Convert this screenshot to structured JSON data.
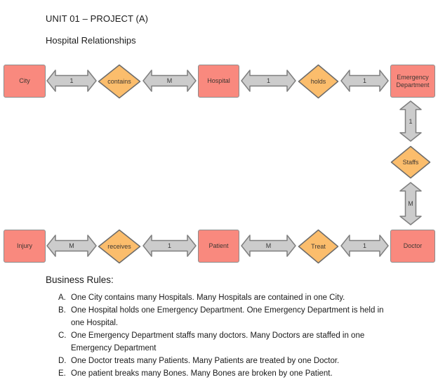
{
  "page": {
    "title": "UNIT 01 – PROJECT (A)",
    "subtitle": "Hospital Relationships"
  },
  "diagram": {
    "entities": [
      {
        "id": "city",
        "label": "City"
      },
      {
        "id": "hospital",
        "label": "Hospital"
      },
      {
        "id": "emergency-department",
        "label": "Emergency Department"
      },
      {
        "id": "injury",
        "label": "Injury"
      },
      {
        "id": "patient",
        "label": "Patient"
      },
      {
        "id": "doctor",
        "label": "Doctor"
      }
    ],
    "relationships": [
      {
        "id": "contains",
        "label": "contains"
      },
      {
        "id": "holds",
        "label": "holds"
      },
      {
        "id": "staffs",
        "label": "Staffs"
      },
      {
        "id": "receives",
        "label": "receives"
      },
      {
        "id": "treat",
        "label": "Treat"
      }
    ],
    "connectors": [
      {
        "from": "City",
        "to": "contains",
        "label": "1"
      },
      {
        "from": "contains",
        "to": "Hospital",
        "label": "M"
      },
      {
        "from": "Hospital",
        "to": "holds",
        "label": "1"
      },
      {
        "from": "holds",
        "to": "Emergency Department",
        "label": "1"
      },
      {
        "from": "Emergency Department",
        "to": "Staffs",
        "label": "1"
      },
      {
        "from": "Staffs",
        "to": "Doctor",
        "label": "M"
      },
      {
        "from": "Injury",
        "to": "receives",
        "label": "M"
      },
      {
        "from": "receives",
        "to": "Patient",
        "label": "1"
      },
      {
        "from": "Patient",
        "to": "Treat",
        "label": "M"
      },
      {
        "from": "Treat",
        "to": "Doctor",
        "label": "1"
      }
    ],
    "colors": {
      "entity_fill": "#F9897E",
      "entity_border": "#8C8C8C",
      "relationship_fill": "#FBBD6C",
      "relationship_border": "#6B6B6B",
      "connector_fill": "#CCCCCC",
      "connector_border": "#7F7F7F",
      "shape_text": "#3F3833"
    }
  },
  "business_rules": {
    "heading": "Business Rules:",
    "items": [
      {
        "letter": "A.",
        "text": "One City contains many Hospitals. Many Hospitals are contained in one City."
      },
      {
        "letter": "B.",
        "text": "One Hospital holds one Emergency Department. One Emergency Department is held in\none Hospital."
      },
      {
        "letter": "C.",
        "text": "One Emergency Department staffs many doctors. Many Doctors are staffed in one\nEmergency Department"
      },
      {
        "letter": "D.",
        "text": "One Doctor treats many Patients. Many Patients are treated by one Doctor."
      },
      {
        "letter": "E.",
        "text": "One patient breaks many Bones. Many Bones are broken by one Patient."
      }
    ]
  }
}
